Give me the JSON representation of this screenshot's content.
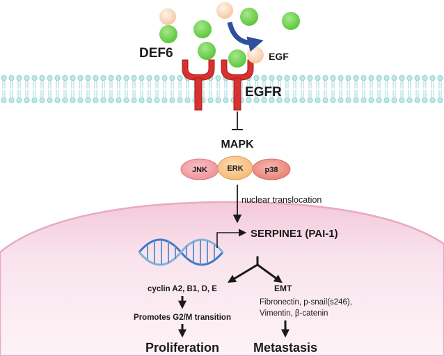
{
  "ligands": {
    "def6": "DEF6",
    "egf": "EGF"
  },
  "receptor": {
    "label": "EGFR"
  },
  "pathway": {
    "mapk": "MAPK",
    "kinases": [
      "JNK",
      "ERK",
      "p38"
    ],
    "translocation": "nuclear translocation",
    "target_gene": "SERPINE1 (PAI-1)"
  },
  "branches": {
    "left": {
      "step1": "cyclin A2, B1, D, E",
      "step2": "Promotes G2/M transition",
      "outcome": "Proliferation"
    },
    "right": {
      "step1": "EMT",
      "markers_line1": "Fibronectin, p-snail(s246),",
      "markers_line2": "Vimentin, β-catenin",
      "outcome": "Metastasis"
    }
  },
  "colors": {
    "egf_ball": "#f6c8a4",
    "def6_ball": "#5cc63d",
    "receptor": "#d9312f",
    "membrane": "#8fd3d0",
    "nucleus": "#f7dbe6",
    "nucleus_edge": "#e9a9c4",
    "arrow_blue": "#2f4f9c",
    "jnk": "#ef8f95",
    "erk": "#f6b870",
    "p38": "#e87e74",
    "dna": "#3e7bc4"
  }
}
